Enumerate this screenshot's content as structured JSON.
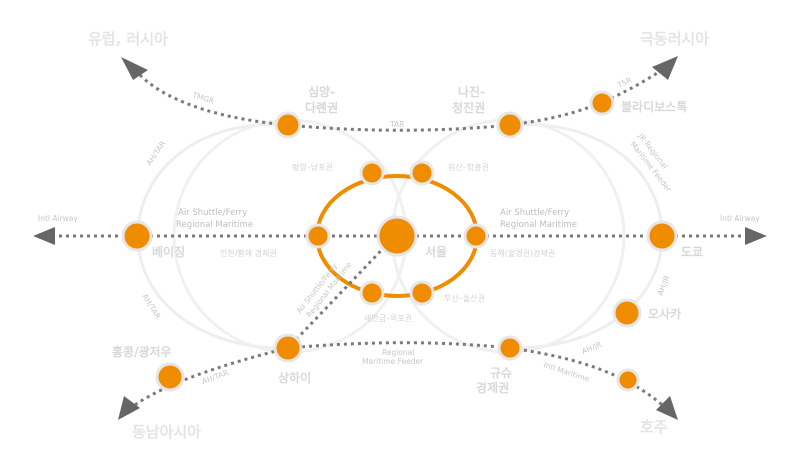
{
  "regions": {
    "europe_russia": "유럽, 러시아",
    "far_east_russia": "극동러시아",
    "southeast_asia": "동남아시아",
    "australia": "호주"
  },
  "cities": {
    "beijing": "베이징",
    "tokyo": "도쿄",
    "seoul": "서울",
    "shanghai": "상하이",
    "osaka": "오사카",
    "hongkong": "홍콩/광저우",
    "vladivostok": "블라디보스톡",
    "shenyang_1": "심양-",
    "shenyang_2": "다롄권",
    "najin_1": "나진-",
    "najin_2": "청진권",
    "kyushu_1": "규슈",
    "kyushu_2": "경제권"
  },
  "inner": {
    "pyongyang": "평양–남포권",
    "wonsan": "원산–함흥권",
    "incheon": "인천/황해 경제권",
    "donghae": "동해(울경권)경제권",
    "busan": "부산–울산권",
    "mokpo": "새만금–목포권"
  },
  "routes": {
    "tmgr": "TMGR",
    "tar": "TAR",
    "tsr": "TSR",
    "ah_tar_top": "AH/TAR",
    "ah_tar_bottom": "AH/TAR",
    "ah_tar_sw": "AH/TAR",
    "jr_feeder_1": "JR·Regional",
    "jr_feeder_2": "Maritime Feeder",
    "ahjr_right": "AH/JR",
    "ahjr_bottom": "AH/JR",
    "intl_maritime": "Intl Maritime",
    "regional_feeder_1": "Regional",
    "regional_feeder_2": "Maritime Feeder",
    "air_shuttle_left_1": "Air Shuttle/Ferry",
    "air_shuttle_left_2": "Regional Maritime",
    "air_shuttle_right_1": "Air Shuttle/Ferry",
    "air_shuttle_right_2": "Regional Maritime",
    "air_shuttle_diag_1": "Air Shuttle/Ferry",
    "air_shuttle_diag_2": "Regional Maritime",
    "intl_airway_left": "Intl Airway",
    "intl_airway_right": "Intl Airway"
  },
  "colors": {
    "node": "#f08c00",
    "node_ring": "#e6e6e6",
    "ring_line": "#eeeeee",
    "route_line": "#7a7a7a",
    "arrow": "#666666"
  }
}
